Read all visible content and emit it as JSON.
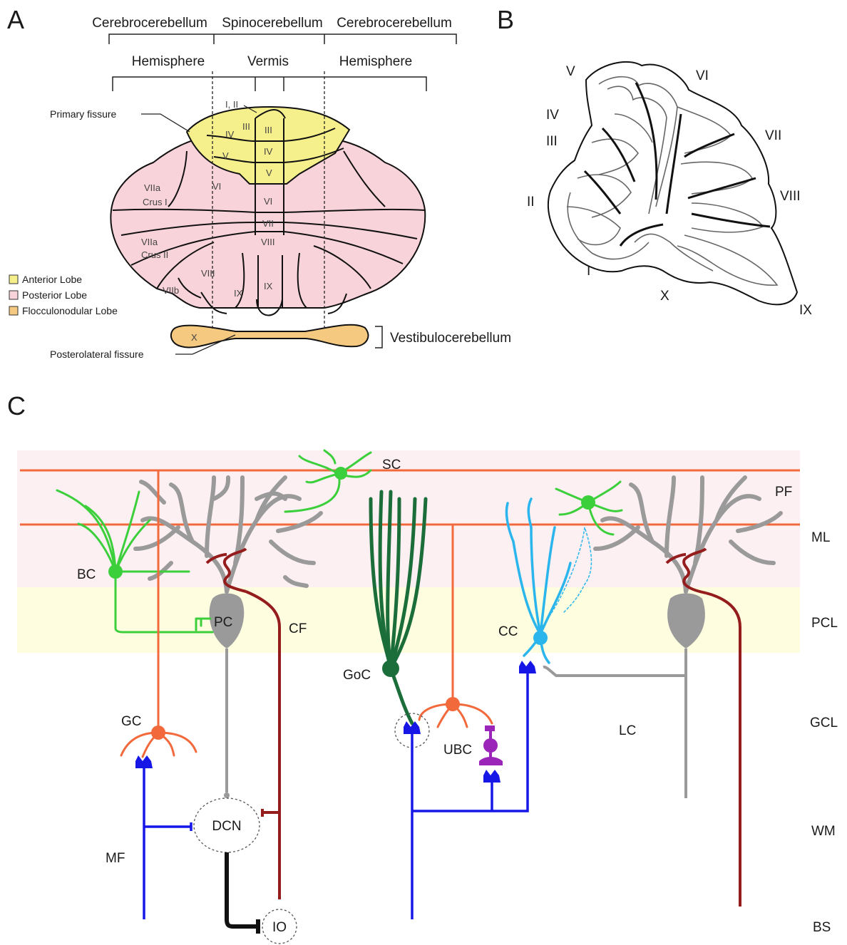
{
  "panels": {
    "a": "A",
    "b": "B",
    "c": "C"
  },
  "panel_a": {
    "divisions": {
      "left": "Cerebrocerebellum",
      "center": "Spinocerebellum",
      "right": "Cerebrocerebellum"
    },
    "regions": {
      "left": "Hemisphere",
      "center": "Vermis",
      "right": "Hemisphere"
    },
    "primary_fissure": "Primary fissure",
    "posterolateral_fissure": "Posterolateral  fissure",
    "vestibulocerebellum": "Vestibulocerebellum",
    "lobule_labels": {
      "i_ii": "I, II",
      "iii_left": "III",
      "iii_center": "III",
      "iv_left": "IV",
      "iv_center": "IV",
      "v_left": "V",
      "v_center": "V",
      "vi_left": "VI",
      "vi_center": "VI",
      "viia_crus1": "VIIa",
      "crus1": "Crus I",
      "viia_crus2": "VIIa",
      "crus2": "Crus II",
      "vii_center": "VII",
      "viii_center": "VIII",
      "viii_left": "VIII",
      "viib": "VIIb",
      "ix_left": "IX",
      "ix_center": "IX",
      "x": "X"
    },
    "legend": [
      {
        "label": "Anterior Lobe",
        "color": "#f6f08c"
      },
      {
        "label": "Posterior Lobe",
        "color": "#f8d3d9"
      },
      {
        "label": "Flocculonodular Lobe",
        "color": "#f5c97f"
      }
    ]
  },
  "panel_b": {
    "lobules": {
      "v": "V",
      "vi": "VI",
      "iv": "IV",
      "iii": "III",
      "vii": "VII",
      "ii": "II",
      "viii": "VIII",
      "i": "I",
      "x": "X",
      "ix": "IX"
    }
  },
  "panel_c": {
    "layers": {
      "pf": "PF",
      "ml": "ML",
      "pcl": "PCL",
      "gcl": "GCL",
      "wm": "WM",
      "bs": "BS"
    },
    "cells": {
      "sc": "SC",
      "bc": "BC",
      "pc": "PC",
      "cf": "CF",
      "goc": "GoC",
      "cc": "CC",
      "gc": "GC",
      "ubc": "UBC",
      "lc": "LC",
      "dcn": "DCN",
      "mf": "MF",
      "io": "IO"
    },
    "colors": {
      "granule_parallel_fiber": "#f26a3c",
      "interneuron_sc_bc": "#3ccf3c",
      "purkinje": "#9a9a9a",
      "climbing_fiber": "#951c1c",
      "golgi": "#1b6e3a",
      "candelabrum": "#2ab6ec",
      "mossy_fiber": "#1616e6",
      "ubc": "#9b25b8",
      "dcn_io_projection": "#111111",
      "ml_band": "#fdf0f2",
      "pcl_band": "#fefde0"
    }
  }
}
